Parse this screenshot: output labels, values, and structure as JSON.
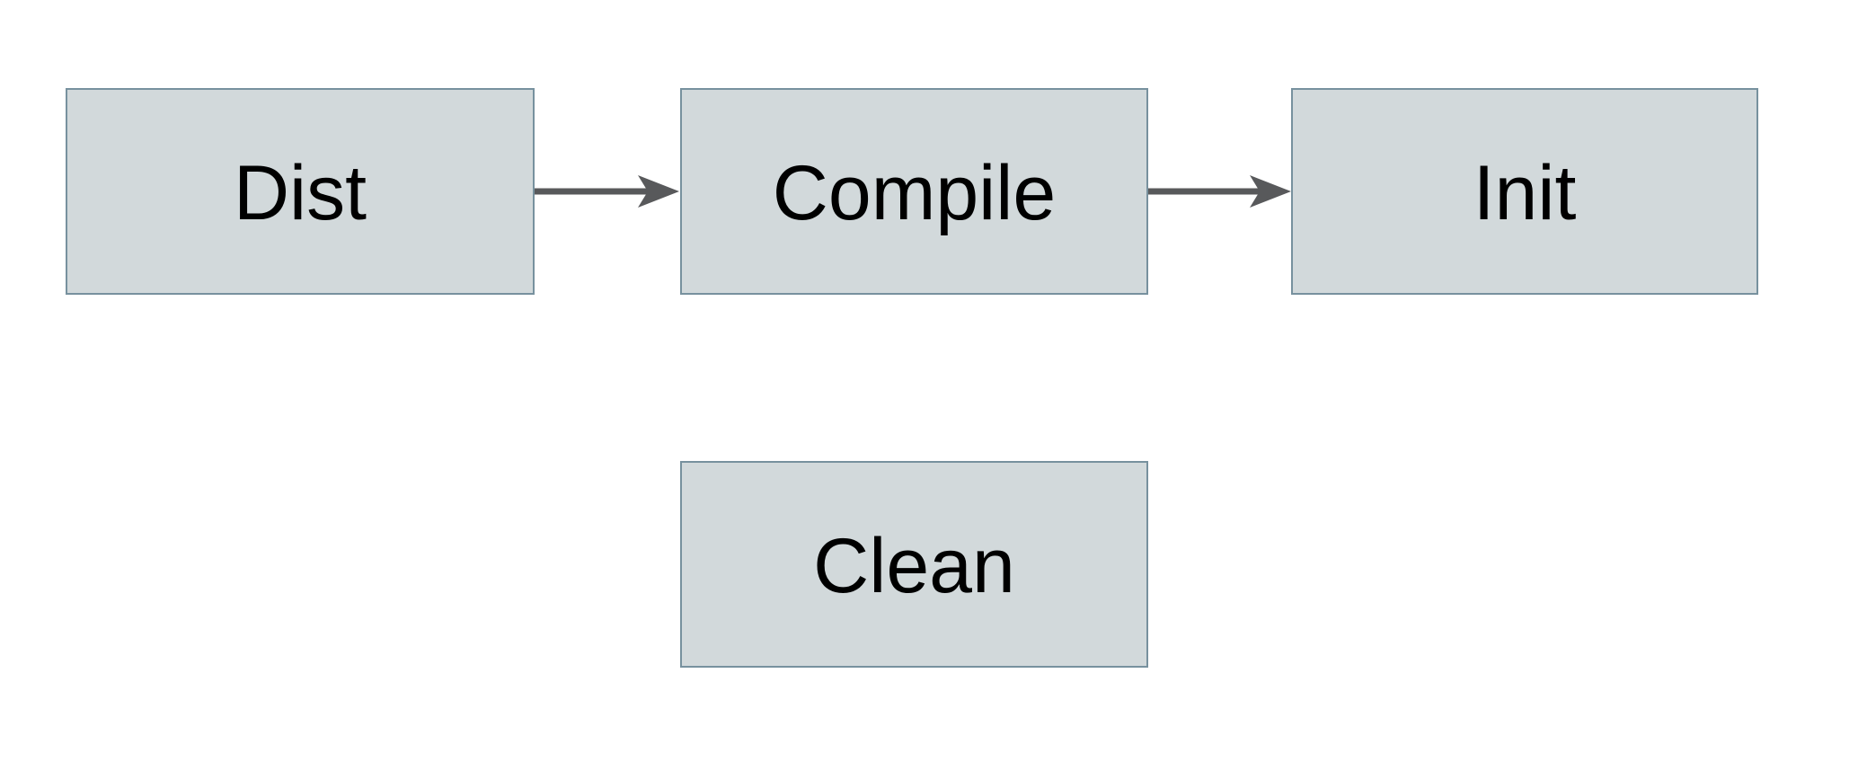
{
  "diagram": {
    "nodes": [
      {
        "id": "dist",
        "label": "Dist"
      },
      {
        "id": "compile",
        "label": "Compile"
      },
      {
        "id": "init",
        "label": "Init"
      },
      {
        "id": "clean",
        "label": "Clean"
      }
    ],
    "edges": [
      {
        "from": "dist",
        "to": "compile"
      },
      {
        "from": "compile",
        "to": "init"
      }
    ],
    "colors": {
      "node_fill": "#d2d9db",
      "node_border": "#77919e",
      "arrow": "#58595b",
      "label": "#000000",
      "background": "#ffffff"
    }
  }
}
